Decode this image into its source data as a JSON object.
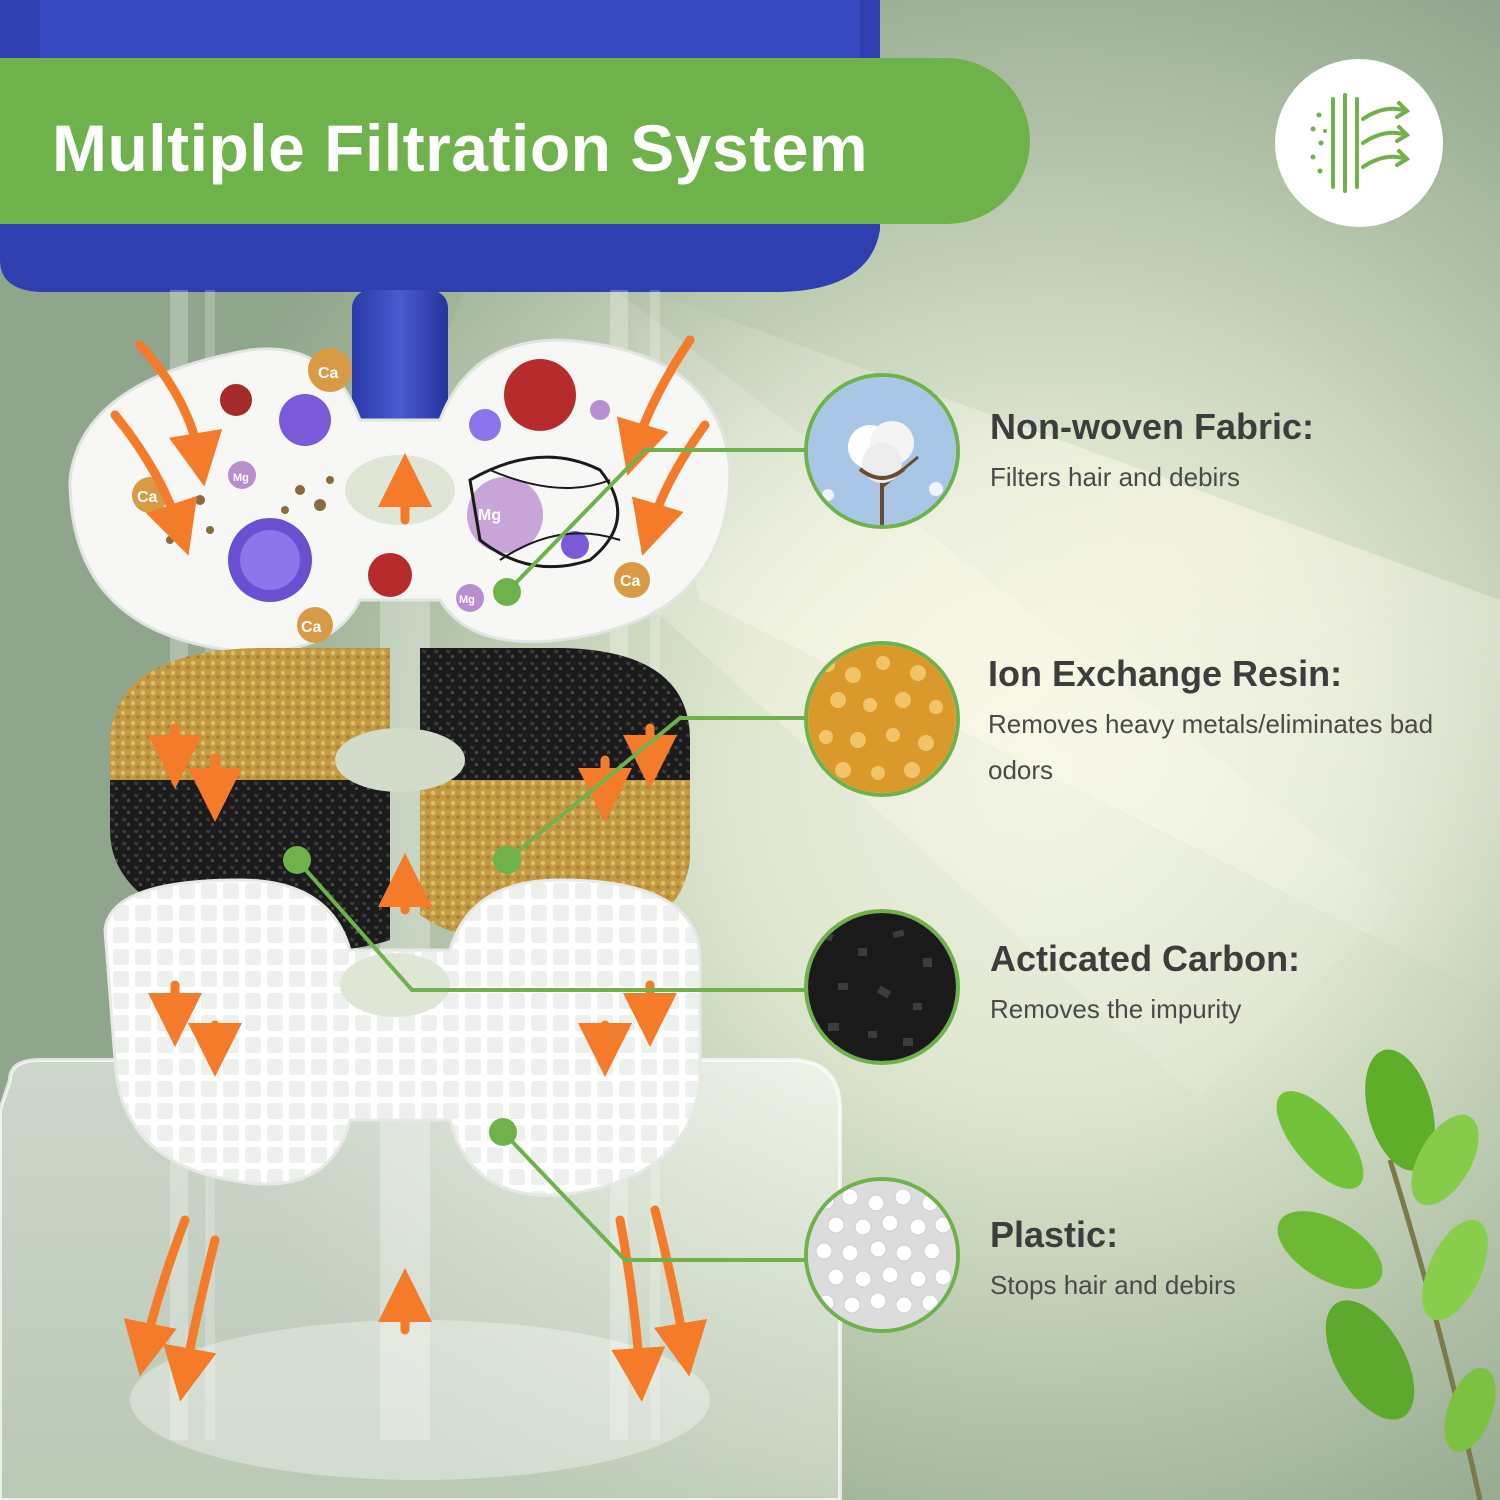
{
  "banner": {
    "title": "Multiple Filtration System"
  },
  "badge": {
    "icon": "filtration-layers-icon"
  },
  "layers": [
    {
      "title": "Non-woven Fabric:",
      "description": "Filters hair and debirs",
      "icon": "cotton-icon"
    },
    {
      "title": "Ion Exchange Resin:",
      "description": "Removes heavy metals/eliminates bad odors",
      "icon": "resin-beads-icon"
    },
    {
      "title": "Acticated Carbon:",
      "description": "Removes the impurity",
      "icon": "carbon-granules-icon"
    },
    {
      "title": "Plastic:",
      "description": "Stops hair and debirs",
      "icon": "plastic-beads-icon"
    }
  ],
  "particles": {
    "calcium": "Ca",
    "magnesium": "Mg"
  },
  "colors": {
    "accent_green": "#6fb24c",
    "arrow_orange": "#f47b2a",
    "reservoir_blue": "#2f3fb0",
    "resin_gold": "#c9a24a",
    "carbon_black": "#1c1c1c"
  }
}
